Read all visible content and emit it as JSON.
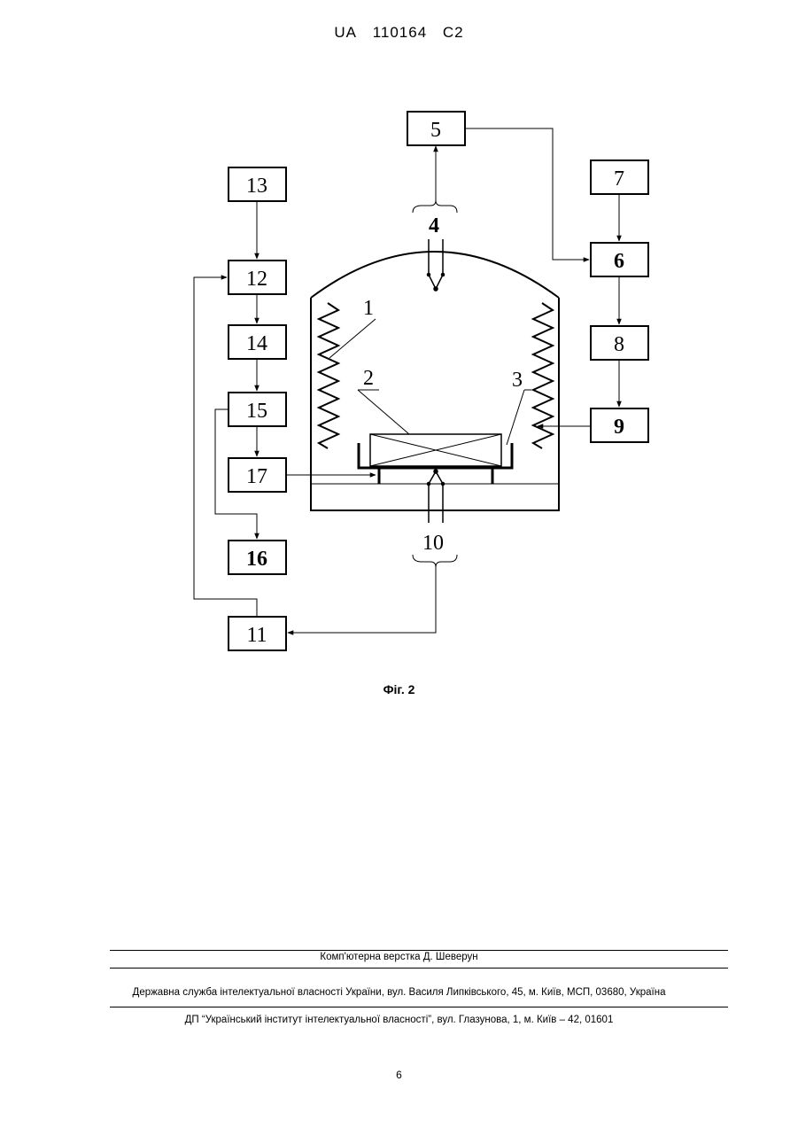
{
  "header": {
    "country": "UA",
    "number": "110164",
    "kind": "C2"
  },
  "figure": {
    "caption": "Фіг. 2",
    "boxes": {
      "b5": "5",
      "b6": "6",
      "b7": "7",
      "b8": "8",
      "b9": "9",
      "b11": "11",
      "b12": "12",
      "b13": "13",
      "b14": "14",
      "b15": "15",
      "b16": "16",
      "b17": "17"
    },
    "labels": {
      "l1": "1",
      "l2": "2",
      "l3": "3",
      "l4": "4",
      "l10": "10"
    }
  },
  "footer": {
    "layout_credit": "Комп'ютерна верстка Д. Шеверун",
    "agency": "Державна служба інтелектуальної власності України, вул. Василя Липківського, 45, м. Київ, МСП, 03680, Україна",
    "institute": "ДП “Український інститут інтелектуальної власності”, вул. Глазунова, 1, м. Київ – 42, 01601",
    "page_number": "6"
  }
}
